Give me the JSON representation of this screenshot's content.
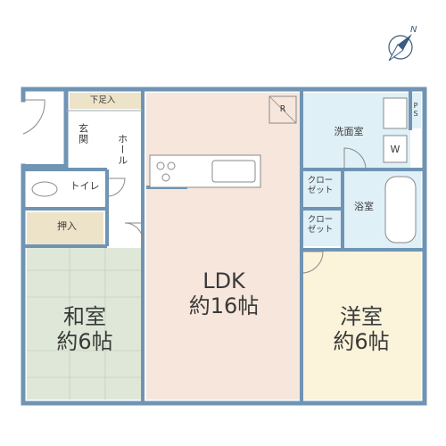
{
  "compass": {
    "north_label": "N"
  },
  "rooms": {
    "ldk": {
      "name": "LDK",
      "size": "約16帖",
      "color": "#f7e6dc"
    },
    "washitsu": {
      "name": "和室",
      "size": "約6帖",
      "color": "#dfe8d8"
    },
    "yoshitsu": {
      "name": "洋室",
      "size": "約6帖",
      "color": "#fbf3da"
    },
    "senmen": {
      "name": "洗面室",
      "color": "#dff0f7"
    },
    "yokushitsu": {
      "name": "浴室",
      "color": "#dff0f7"
    },
    "toilet": {
      "name": "トイレ"
    },
    "genkan": {
      "name": "玄関"
    },
    "hall": {
      "name": "ホール"
    },
    "getabako": {
      "name": "下足入"
    },
    "oshiire": {
      "name": "押入"
    },
    "closet1": {
      "name": "クロー\nゼット"
    },
    "closet2": {
      "name": "クロー\nゼット"
    },
    "washer": {
      "name": "W"
    },
    "ps": {
      "name": "P\nS"
    },
    "fridge": {
      "name": "R"
    }
  },
  "colors": {
    "wall": "#6f94b4",
    "storage": "#ede3c8",
    "line": "#9aa9b8"
  }
}
